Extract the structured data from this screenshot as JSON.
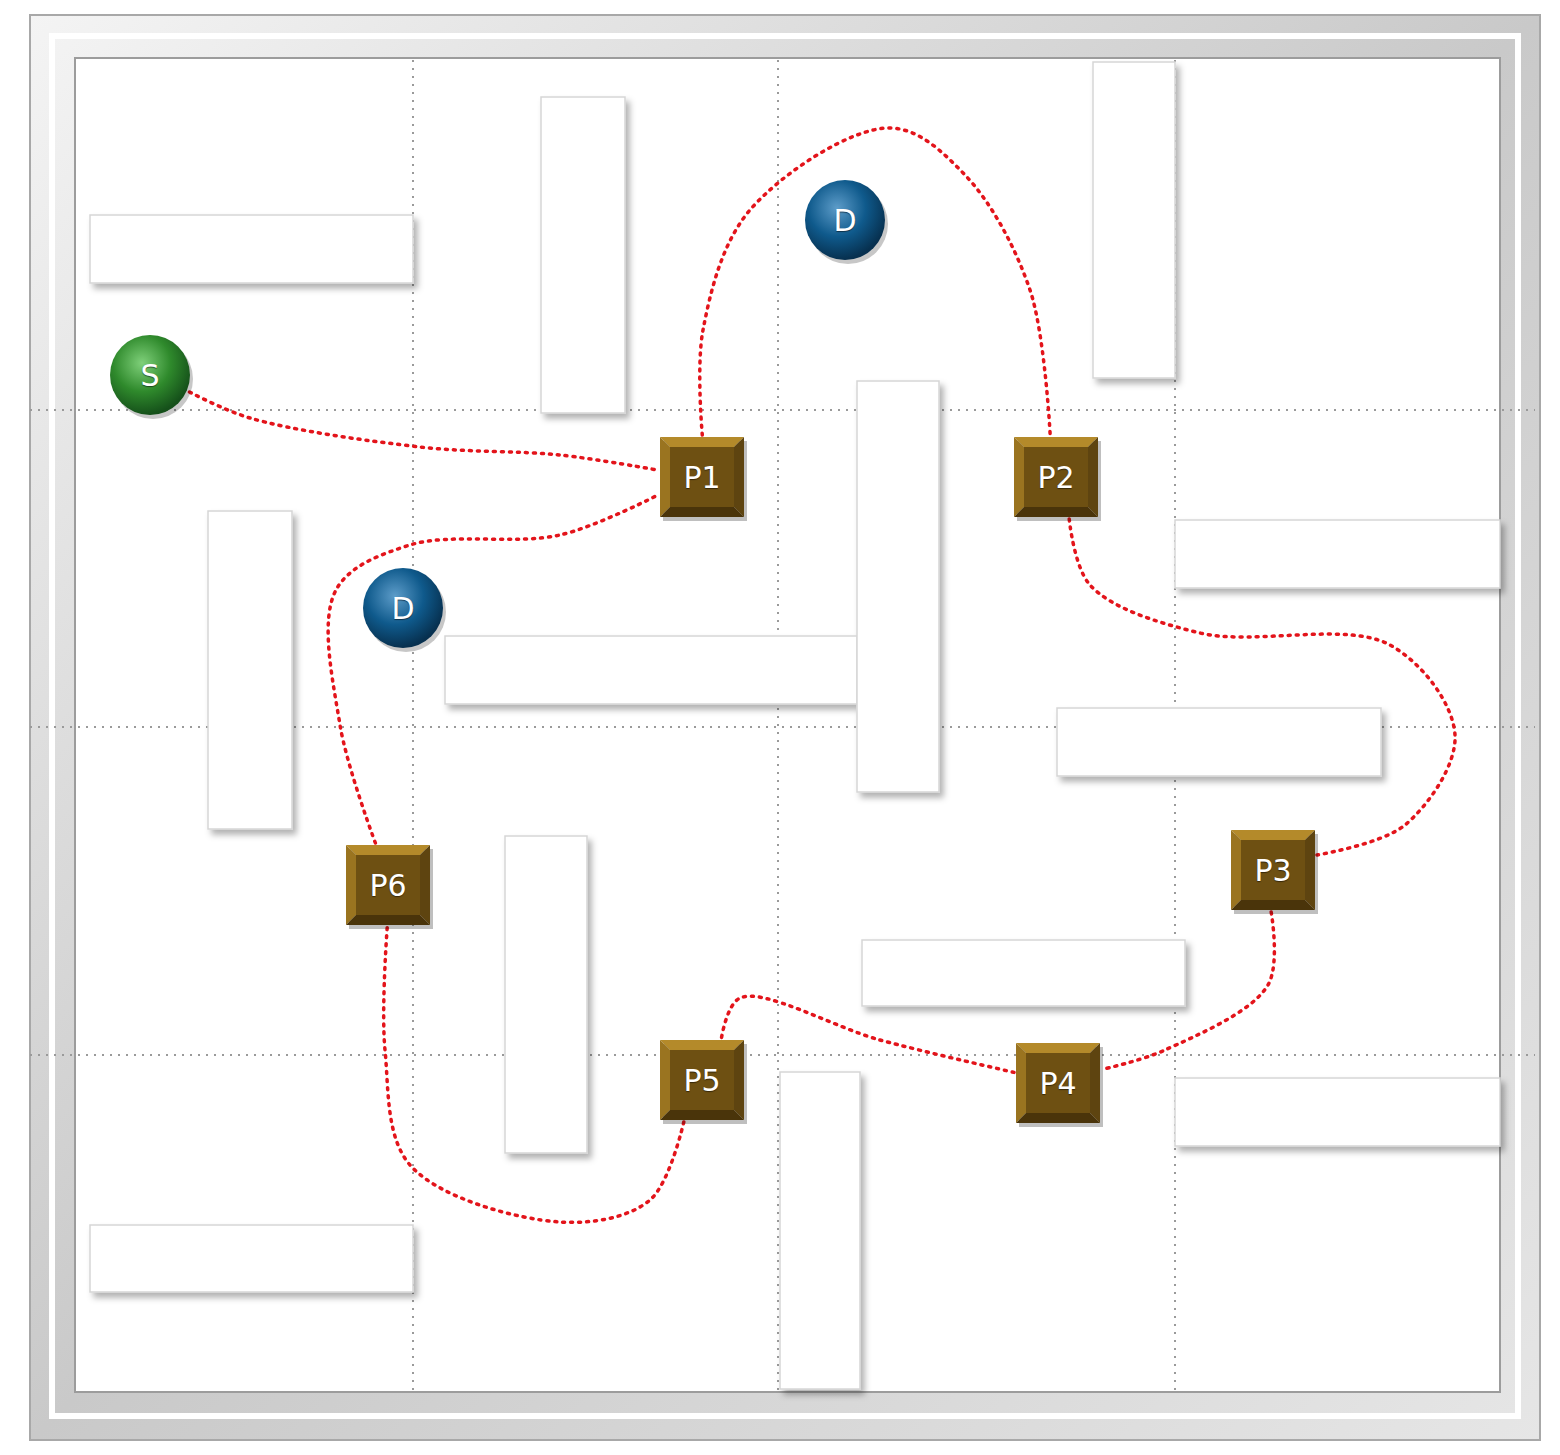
{
  "diagram": {
    "nodes": [
      {
        "text": [
          "D"
        ]
      },
      {
        "text": [
          "S"
        ]
      },
      {
        "text": [
          "P1"
        ]
      },
      {
        "text": [
          "P2"
        ]
      },
      {
        "text": [
          "D"
        ]
      },
      {
        "text": [
          "P6"
        ]
      },
      {
        "text": [
          "P3"
        ]
      },
      {
        "text": [
          "P5"
        ]
      },
      {
        "text": [
          "P4"
        ]
      }
    ],
    "edges": [
      {
        "from": 1,
        "to": 2,
        "arrow": "none"
      },
      {
        "from": 2,
        "to": 3,
        "arrow": "none"
      },
      {
        "from": 3,
        "to": 6,
        "arrow": "none"
      },
      {
        "from": 6,
        "to": 8,
        "arrow": "none"
      },
      {
        "from": 8,
        "to": 7,
        "arrow": "none"
      },
      {
        "from": 7,
        "to": 5,
        "arrow": "none"
      },
      {
        "from": 5,
        "to": 2,
        "arrow": "none"
      }
    ]
  }
}
